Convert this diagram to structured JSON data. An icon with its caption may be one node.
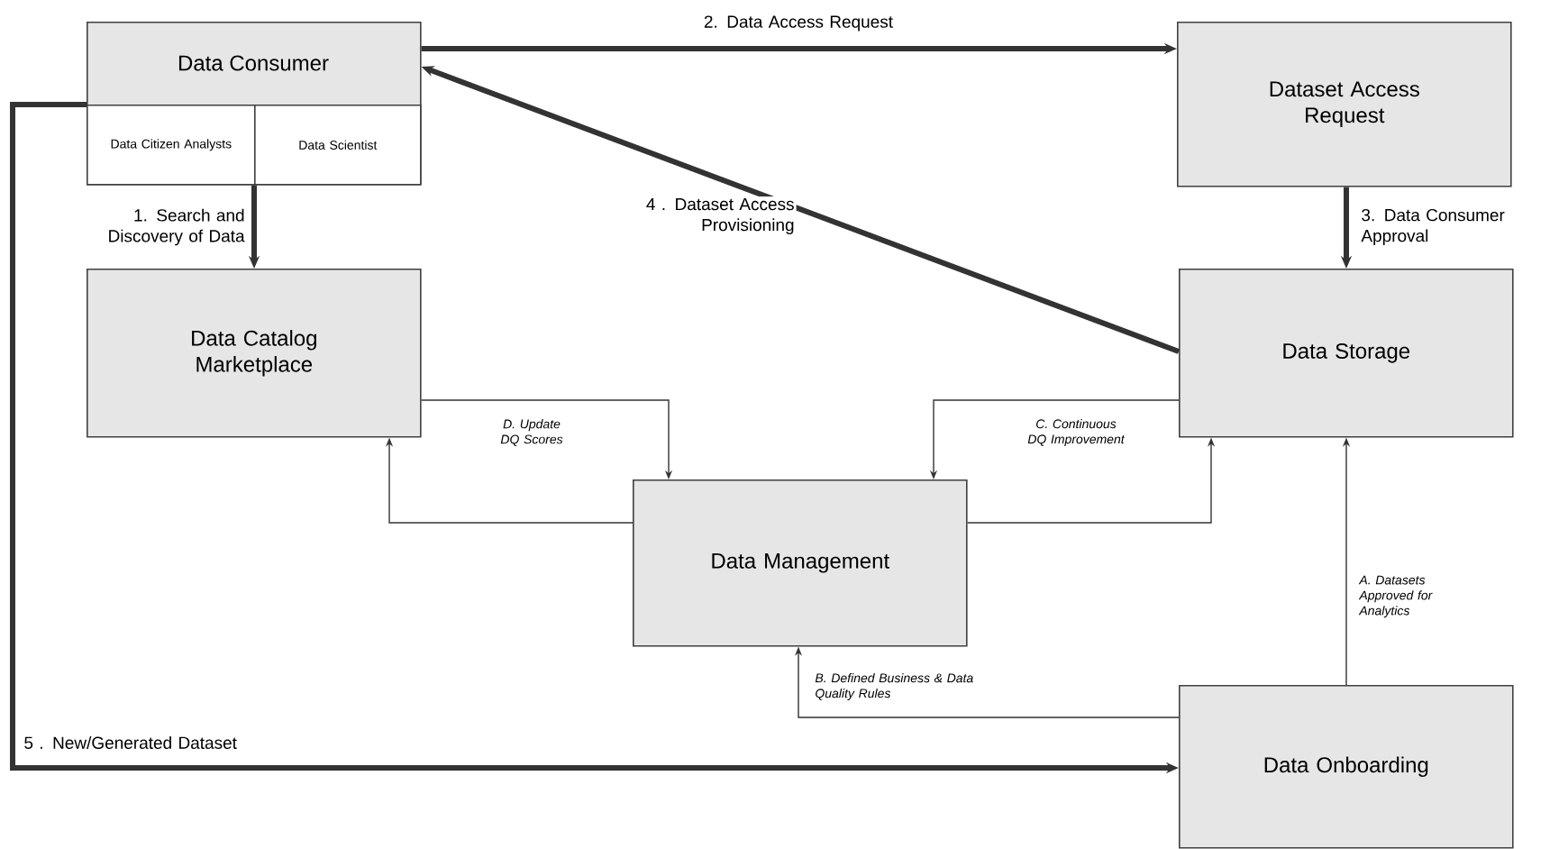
{
  "diagram": {
    "nodes": [
      {
        "text": [
          "Data Consumer"
        ]
      },
      {
        "text": [
          "Dataset Access Request"
        ]
      },
      {
        "text": [
          "Data Storage"
        ]
      },
      {
        "text": [
          "Data Catalog Marketplace"
        ]
      },
      {
        "text": [
          "Data Management"
        ]
      },
      {
        "text": [
          "Data Onboarding"
        ]
      },
      {
        "text": [
          "Data Citizen Analysts"
        ],
        "in": 0
      },
      {
        "text": [
          "Data Scientist"
        ],
        "in": 0
      }
    ],
    "edges": [
      {
        "from": 0,
        "to": 1,
        "arrow": "to",
        "label": "2. Data Access Request",
        "style": "thick"
      },
      {
        "from": 1,
        "to": 2,
        "arrow": "to",
        "label": "3. Data Consumer Approval",
        "style": "thick"
      },
      {
        "from": 2,
        "to": 0,
        "arrow": "to",
        "label": "4 . Dataset Access Provisioning",
        "style": "thick"
      },
      {
        "from": 0,
        "to": 3,
        "arrow": "to",
        "label": "1. Search and Discovery of Data",
        "style": "thick"
      },
      {
        "from": 0,
        "to": 5,
        "arrow": "to",
        "label": "5 . New/Generated Dataset",
        "style": "thick"
      },
      {
        "from": 3,
        "to": 4,
        "arrow": "to",
        "label": "D. Update DQ Scores"
      },
      {
        "from": 4,
        "to": 3,
        "arrow": "to"
      },
      {
        "from": 2,
        "to": 4,
        "arrow": "to",
        "label": "C. Continuous DQ Improvement"
      },
      {
        "from": 4,
        "to": 2,
        "arrow": "to"
      },
      {
        "from": 5,
        "to": 2,
        "arrow": "to",
        "label": "A. Datasets Approved for Analytics"
      },
      {
        "from": 5,
        "to": 4,
        "arrow": "to",
        "label": "B. Defined Business & Data Quality Rules"
      }
    ]
  }
}
